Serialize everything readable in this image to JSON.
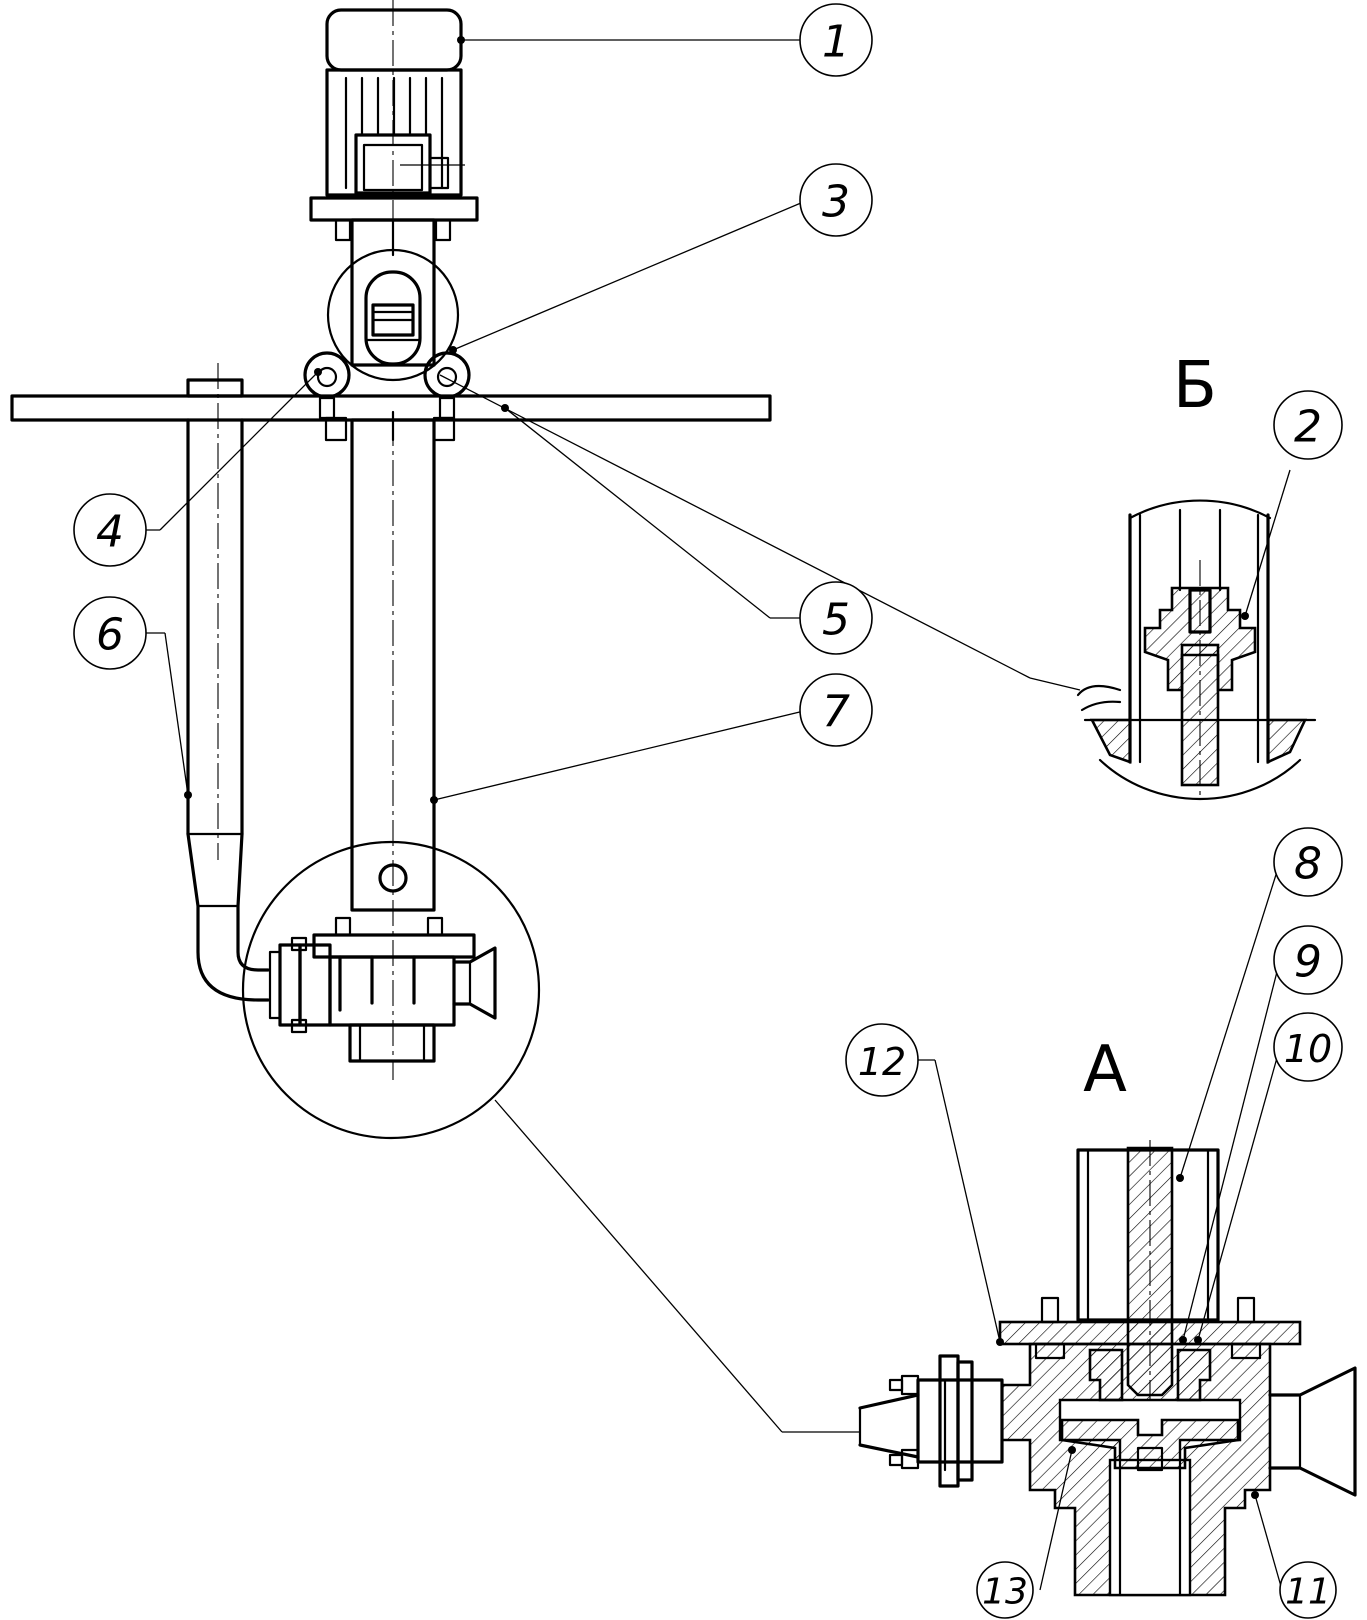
{
  "callouts": [
    "1",
    "2",
    "3",
    "4",
    "5",
    "6",
    "7",
    "8",
    "9",
    "10",
    "11",
    "12",
    "13"
  ],
  "views": {
    "detail_b": "Б",
    "detail_a": "А"
  }
}
